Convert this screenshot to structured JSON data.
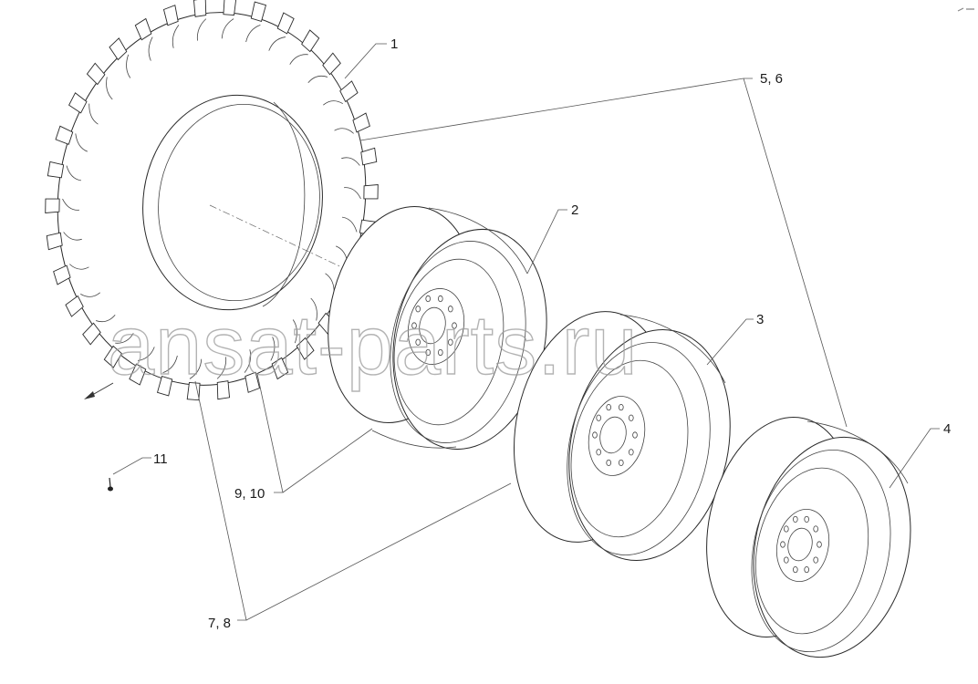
{
  "diagram": {
    "callouts": [
      {
        "id": "c1",
        "text": "1"
      },
      {
        "id": "c2",
        "text": "2"
      },
      {
        "id": "c3",
        "text": "3"
      },
      {
        "id": "c4",
        "text": "4"
      },
      {
        "id": "c56",
        "text": "5, 6"
      },
      {
        "id": "c910",
        "text": "9, 10"
      },
      {
        "id": "c78",
        "text": "7, 8"
      },
      {
        "id": "c11",
        "text": "11"
      }
    ],
    "watermark": "ansat-parts.ru"
  }
}
